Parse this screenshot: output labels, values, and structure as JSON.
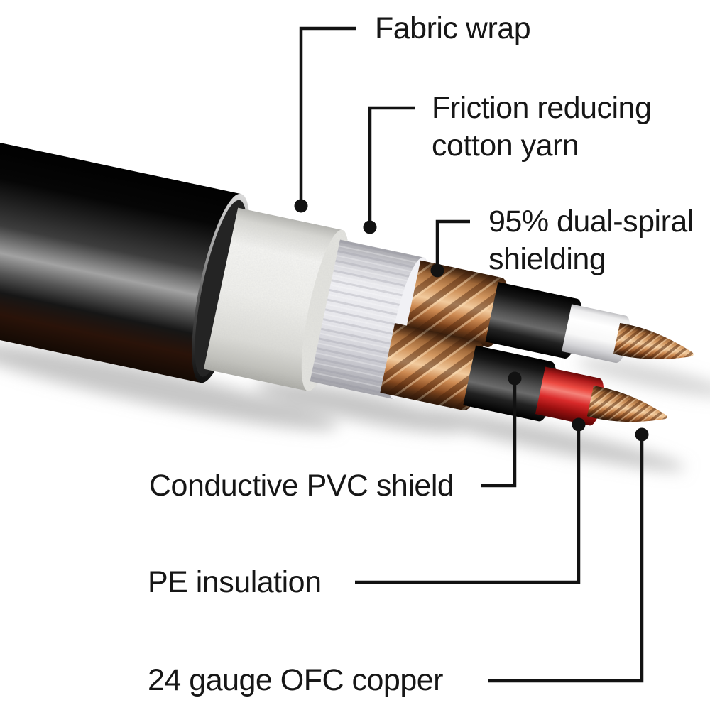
{
  "diagram": {
    "kind": "audio-cable-cutaway-diagram",
    "background": "#ffffff",
    "text_color": "#161616",
    "leader_color": "#121212",
    "callouts": [
      {
        "id": "fabric-wrap",
        "label": "Fabric wrap"
      },
      {
        "id": "friction-cotton-yarn",
        "label": "Friction reducing cotton yarn",
        "lines": [
          "Friction reducing",
          "cotton yarn"
        ]
      },
      {
        "id": "dual-spiral-shielding",
        "label": "95% dual-spiral shielding",
        "lines": [
          "95% dual-spiral",
          "shielding"
        ]
      },
      {
        "id": "conductive-pvc-shield",
        "label": "Conductive PVC shield"
      },
      {
        "id": "pe-insulation",
        "label": "PE insulation"
      },
      {
        "id": "ofc-copper",
        "label": "24 gauge OFC copper"
      }
    ],
    "layers": [
      {
        "name": "Outer jacket",
        "color": "#0a0a0a"
      },
      {
        "name": "Fabric wrap",
        "color": "#f2f2ee"
      },
      {
        "name": "Friction reducing cotton yarn",
        "color": "#ececf0"
      },
      {
        "name": "95% dual-spiral shielding",
        "color": "#cd8a52"
      },
      {
        "name": "Conductive PVC shield",
        "color": "#3c3c3c"
      },
      {
        "name": "PE insulation white",
        "color": "#f6f6f6"
      },
      {
        "name": "PE insulation red",
        "color": "#da2b2b"
      },
      {
        "name": "24 gauge OFC copper",
        "color": "#d29760"
      }
    ]
  }
}
